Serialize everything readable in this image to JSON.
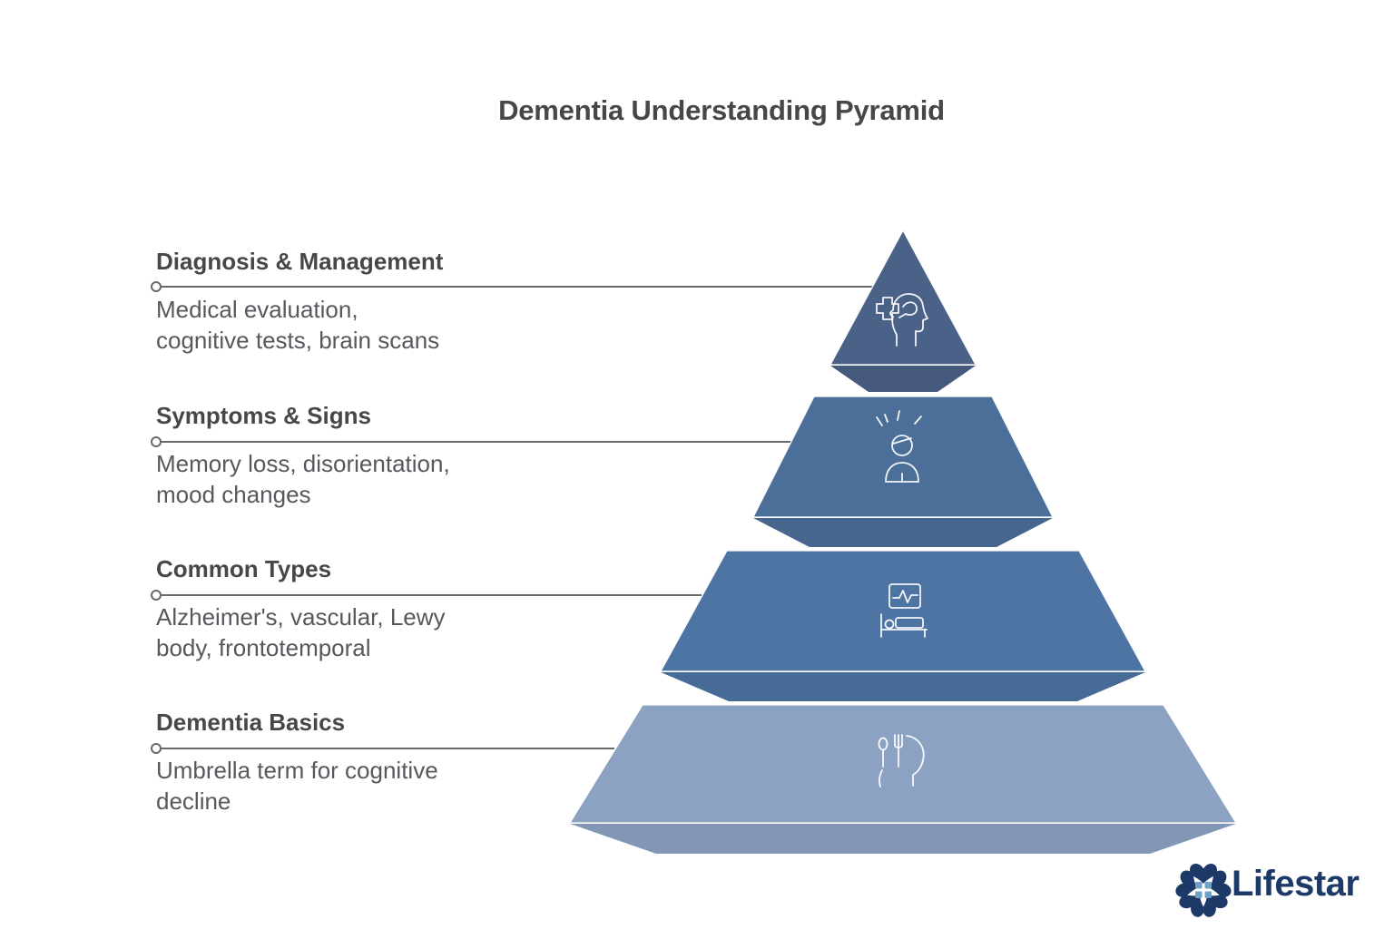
{
  "title": "Dementia Understanding Pyramid",
  "levels": [
    {
      "heading": "Diagnosis & Management",
      "description": "Medical evaluation,\ncognitive tests, brain scans",
      "icon": "head-with-medical-cross",
      "color": "#4a6287",
      "shade": "#44597c"
    },
    {
      "heading": "Symptoms & Signs",
      "description": "Memory loss, disorientation,\nmood changes",
      "icon": "stressed-person",
      "color": "#4c6f99",
      "shade": "#46668e"
    },
    {
      "heading": "Common Types",
      "description": "Alzheimer's, vascular, Lewy\nbody, frontotemporal",
      "icon": "hospital-bed-with-monitor",
      "color": "#4e74a3",
      "shade": "#476b97"
    },
    {
      "heading": "Dementia Basics",
      "description": "Umbrella term for cognitive\ndecline",
      "icon": "head-with-utensils",
      "color": "#8ba2c2",
      "shade": "#8197b5"
    }
  ],
  "logo": {
    "text": "Lifestar",
    "color": "#1d3968",
    "accent": "#72a0c4"
  }
}
